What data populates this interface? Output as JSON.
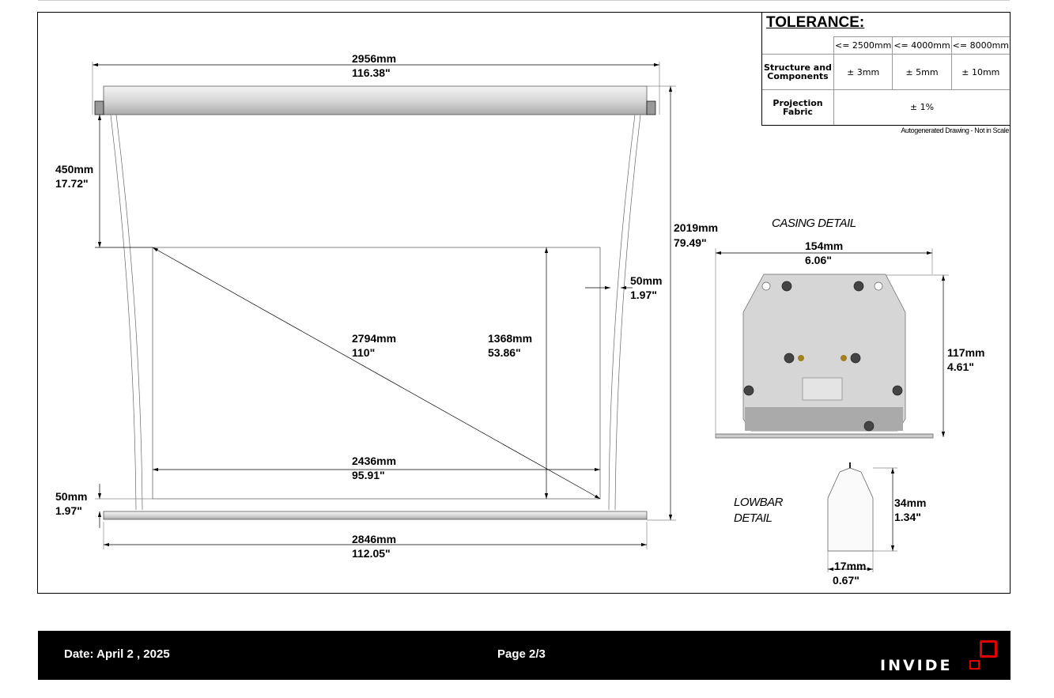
{
  "tolerance": {
    "title": "TOLERANCE:",
    "columns": [
      "<= 2500mm",
      "<= 4000mm",
      "<= 8000mm"
    ],
    "rows": [
      {
        "label": "Structure and Components",
        "values": [
          "± 3mm",
          "± 5mm",
          "± 10mm"
        ]
      },
      {
        "label": "Projection Fabric",
        "value": "± 1%"
      }
    ],
    "note": "Autogenerated Drawing - Not in Scale"
  },
  "drawing": {
    "overall_width": {
      "mm": "2956mm",
      "in": "116.38\""
    },
    "overall_height": {
      "mm": "2019mm",
      "in": "79.49\""
    },
    "top_drop": {
      "mm": "450mm",
      "in": "17.72\""
    },
    "side_border": {
      "mm": "50mm",
      "in": "1.97\""
    },
    "bottom_border": {
      "mm": "50mm",
      "in": "1.97\""
    },
    "diagonal": {
      "mm": "2794mm",
      "in": "110\""
    },
    "view_height": {
      "mm": "1368mm",
      "in": "53.86\""
    },
    "view_width": {
      "mm": "2436mm",
      "in": "95.91\""
    },
    "lowbar_width": {
      "mm": "2846mm",
      "in": "112.05\""
    }
  },
  "casing_detail": {
    "title": "CASING DETAIL",
    "width": {
      "mm": "154mm",
      "in": "6.06\""
    },
    "height": {
      "mm": "117mm",
      "in": "4.61\""
    }
  },
  "lowbar_detail": {
    "title_line1": "LOWBAR",
    "title_line2": "DETAIL",
    "height": {
      "mm": "34mm",
      "in": "1.34\""
    },
    "width": {
      "mm": "17mm",
      "in": "0.67\""
    }
  },
  "footer": {
    "date": "Date: April 2 , 2025",
    "page": "Page 2/3",
    "brand": "INVIDE",
    "accent": "#e00000"
  }
}
